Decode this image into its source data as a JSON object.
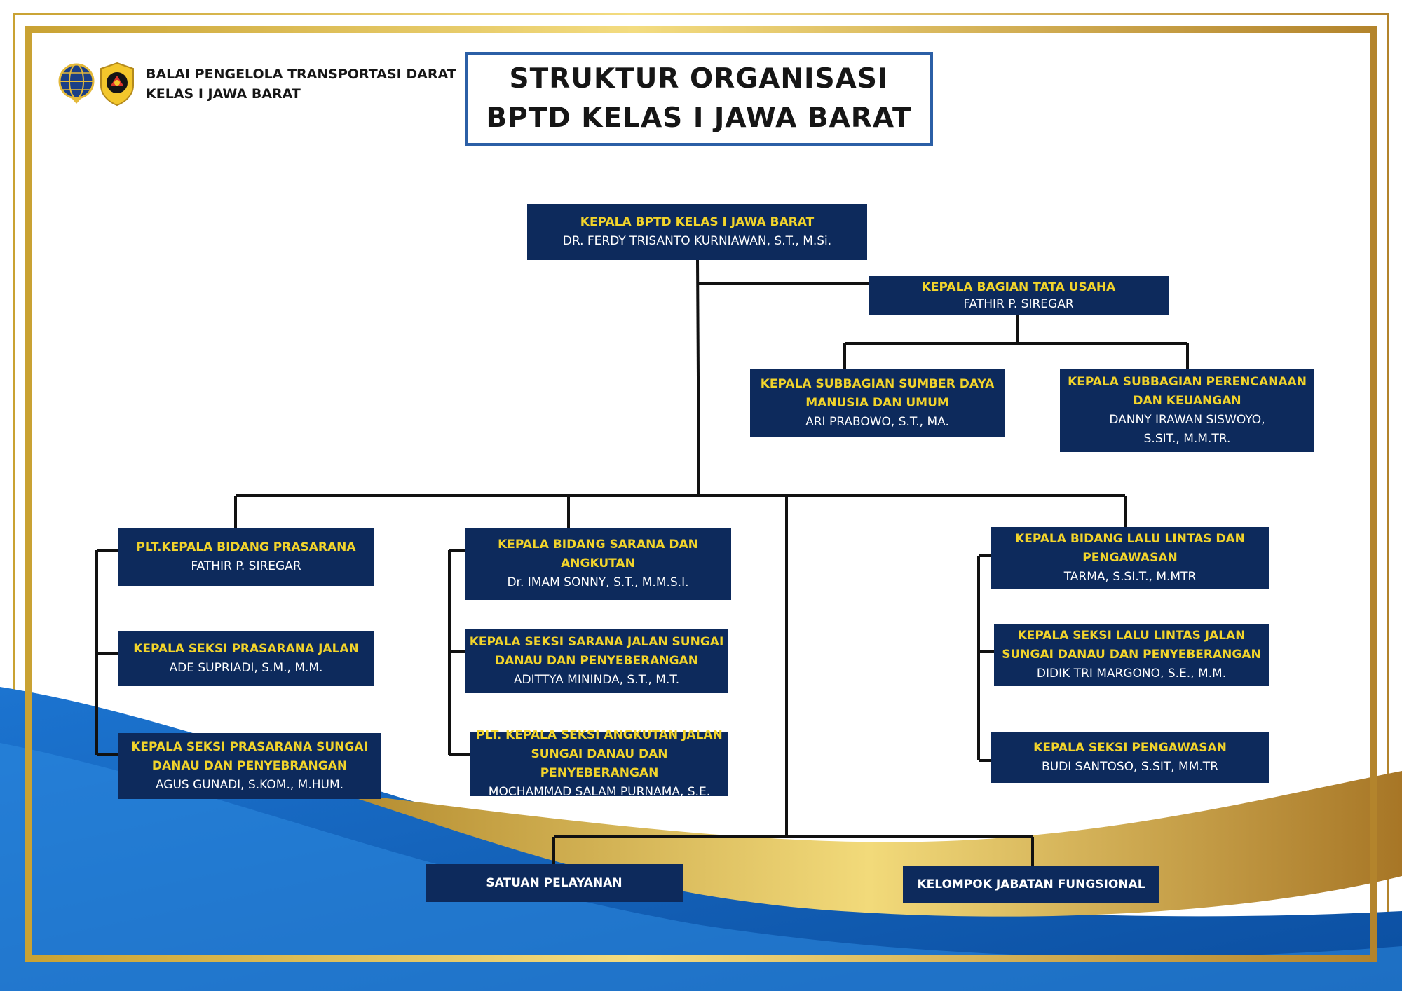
{
  "header": {
    "org_line1": "BALAI PENGELOLA TRANSPORTASI DARAT",
    "org_line2": "KELAS I JAWA BARAT",
    "logo1_icon": "globe-emblem-icon",
    "logo2_icon": "shield-emblem-icon"
  },
  "title": {
    "line1": "STRUKTUR ORGANISASI",
    "line2": "BPTD KELAS I JAWA BARAT"
  },
  "colors": {
    "box_fill": "#0d2a5c",
    "role_text": "#f2d42b",
    "name_text": "#ffffff",
    "frame_gold": "#d9b84a",
    "wave_blue": "#1463b8",
    "title_border": "#2b5fa6"
  },
  "nodes": {
    "head": {
      "role": "KEPALA BPTD KELAS I JAWA BARAT",
      "name": "DR. FERDY TRISANTO KURNIAWAN, S.T., M.Si."
    },
    "tata_usaha": {
      "role": "KEPALA BAGIAN TATA USAHA",
      "name": "FATHIR P. SIREGAR"
    },
    "sdm": {
      "role": "KEPALA SUBBAGIAN SUMBER DAYA\nMANUSIA DAN UMUM",
      "name": "ARI PRABOWO, S.T., MA."
    },
    "perencanaan": {
      "role": "KEPALA SUBBAGIAN PERENCANAAN\nDAN KEUANGAN",
      "name": "DANNY IRAWAN SISWOYO,\nS.SIT., M.M.TR."
    },
    "prasarana": {
      "role": "PLT.KEPALA BIDANG PRASARANA",
      "name": "FATHIR P. SIREGAR"
    },
    "seksi_prasarana_jalan": {
      "role": "KEPALA SEKSI PRASARANA JALAN",
      "name": "ADE SUPRIADI, S.M., M.M."
    },
    "seksi_prasarana_sungai": {
      "role": "KEPALA SEKSI PRASARANA SUNGAI\nDANAU DAN PENYEBRANGAN",
      "name": "AGUS GUNADI, S.KOM., M.HUM."
    },
    "sarana": {
      "role": "KEPALA BIDANG SARANA DAN\nANGKUTAN",
      "name": "Dr. IMAM SONNY, S.T., M.M.S.I."
    },
    "seksi_sarana": {
      "role": "KEPALA SEKSI SARANA JALAN SUNGAI\nDANAU DAN PENYEBERANGAN",
      "name": "ADITTYA MININDA, S.T., M.T."
    },
    "seksi_angkutan": {
      "role": "PLT. KEPALA SEKSI ANGKUTAN JALAN\nSUNGAI DANAU DAN PENYEBERANGAN",
      "name": "MOCHAMMAD SALAM PURNAMA, S.E."
    },
    "lalin": {
      "role": "KEPALA BIDANG LALU LINTAS DAN\nPENGAWASAN",
      "name": "TARMA, S.SI.T., M.MTR"
    },
    "seksi_lalin": {
      "role": "KEPALA SEKSI LALU LINTAS JALAN\nSUNGAI DANAU DAN PENYEBERANGAN",
      "name": "DIDIK TRI MARGONO, S.E., M.M."
    },
    "seksi_pengawasan": {
      "role": "KEPALA SEKSI PENGAWASAN",
      "name": "BUDI SANTOSO, S.SIT, MM.TR"
    },
    "satuan": {
      "role": "SATUAN PELAYANAN"
    },
    "jabatan": {
      "role": "KELOMPOK JABATAN FUNGSIONAL"
    }
  }
}
